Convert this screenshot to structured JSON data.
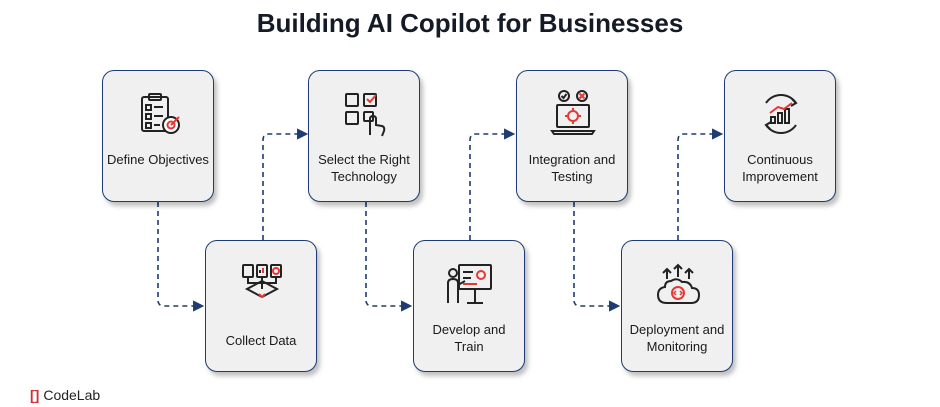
{
  "title": "Building AI Copilot for Businesses",
  "steps": [
    {
      "label": "Define Objectives",
      "icon": "checklist-target-icon"
    },
    {
      "label": "Collect Data",
      "icon": "data-collection-icon"
    },
    {
      "label": "Select the Right Technology",
      "icon": "grid-select-hand-icon"
    },
    {
      "label": "Develop and Train",
      "icon": "presentation-training-icon"
    },
    {
      "label": "Integration and Testing",
      "icon": "laptop-gear-icon"
    },
    {
      "label": "Deployment and Monitoring",
      "icon": "cloud-code-icon"
    },
    {
      "label": "Continuous Improvement",
      "icon": "growth-cycle-icon"
    }
  ],
  "logo": {
    "text": "CodeLab"
  },
  "colors": {
    "border": "#1e3b73",
    "card": "#f0f0f0",
    "connector": "#1e3b73"
  }
}
